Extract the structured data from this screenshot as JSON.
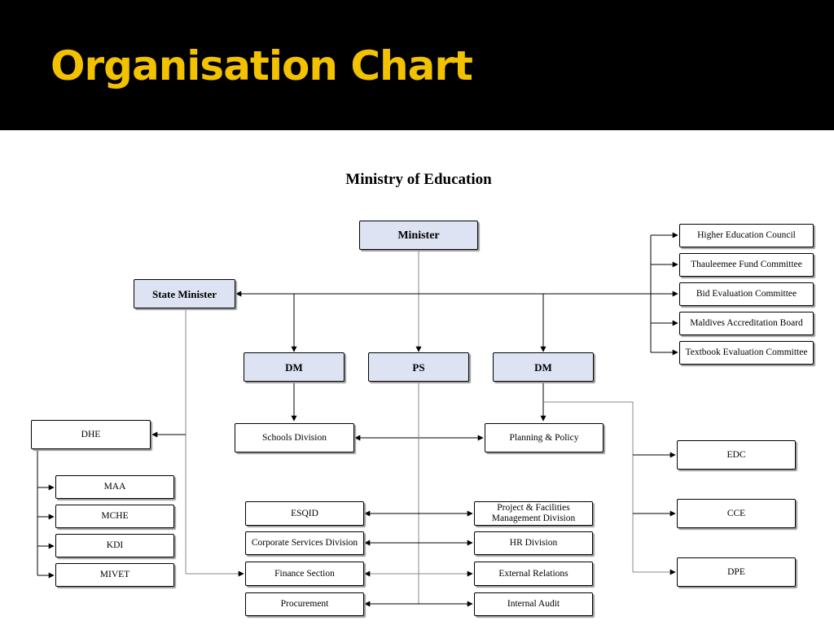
{
  "slide": {
    "title": "Organisation Chart"
  },
  "chart": {
    "title": "Ministry of Education",
    "nodes": {
      "minister": "Minister",
      "state_minister": "State Minister",
      "dm_left": "DM",
      "ps": "PS",
      "dm_right": "DM",
      "dhe": "DHE",
      "maa": "MAA",
      "mche": "MCHE",
      "kdi": "KDI",
      "mivet": "MIVET",
      "schools_division": "Schools Division",
      "planning_policy": "Planning & Policy",
      "esqid": "ESQID",
      "corporate_services": "Corporate Services Division",
      "finance_section": "Finance Section",
      "procurement": "Procurement",
      "project_facilities": "Project & Facilities Management Division",
      "hr_division": "HR Division",
      "external_relations": "External Relations",
      "internal_audit": "Internal Audit",
      "edc": "EDC",
      "cce": "CCE",
      "dpe": "DPE",
      "higher_education_council": "Higher Education Council",
      "thauleemee_fund": "Thauleemee Fund Committee",
      "bid_evaluation": "Bid Evaluation Committee",
      "accreditation_board": "Maldives Accreditation Board",
      "textbook_evaluation": "Textbook Evaluation Committee"
    }
  },
  "colors": {
    "header_bg": "#000000",
    "title_text": "#f2c200",
    "exec_box_fill": "#dde3f3"
  }
}
